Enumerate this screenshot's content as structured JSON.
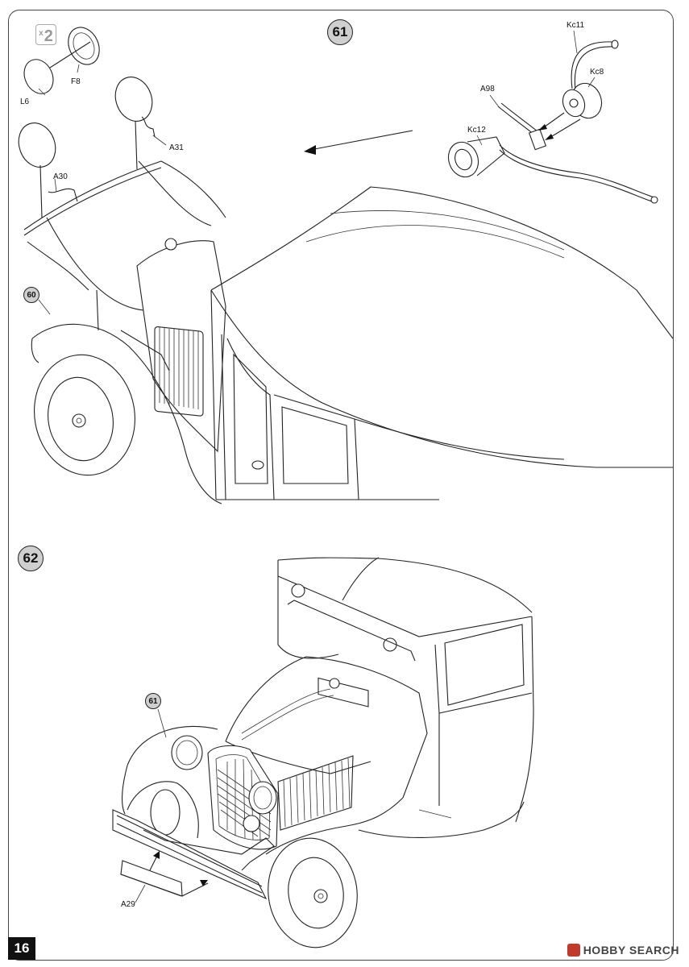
{
  "page": {
    "number": "16"
  },
  "step61": {
    "step_number": "61",
    "quantity": {
      "multiplier": "x",
      "count": "2"
    },
    "reference_step": "60",
    "labels": {
      "l6": "L6",
      "f8": "F8",
      "a31": "A31",
      "a30": "A30",
      "a98": "A98",
      "kc11": "Kc11",
      "kc8": "Kc8",
      "kc12": "Kc12"
    }
  },
  "step62": {
    "step_number": "62",
    "reference_step": "61",
    "labels": {
      "a29": "A29"
    }
  },
  "watermark": {
    "brand": "HOBBY SEARCH"
  }
}
